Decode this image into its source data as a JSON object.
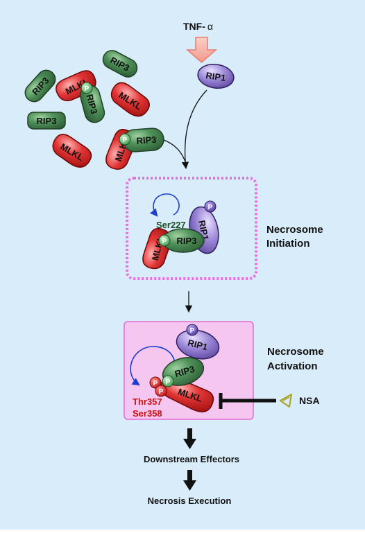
{
  "colors": {
    "background": "#d9ecf9",
    "rip3_green": "#3f7a4a",
    "mlkl_red": "#d62a2a",
    "rip1_purple": "#7860b8",
    "phospho_red": "#cc1111",
    "initiation_box": "#e86fe0",
    "activation_fill": "#f4c6f0",
    "inhibitor": "#a8a020"
  },
  "stimulus": {
    "label": "TNF-",
    "greek": "α"
  },
  "proteins": {
    "rip1": "RIP1",
    "rip3": "RIP3",
    "mlkl": "MLKL",
    "phospho": "P"
  },
  "initiation": {
    "residue": "Ser227",
    "title_line1": "Necrosome",
    "title_line2": "Initiation"
  },
  "activation": {
    "residue1": "Thr357",
    "residue2": "Ser358",
    "title_line1": "Necrosome",
    "title_line2": "Activation"
  },
  "inhibitor": {
    "label": "NSA"
  },
  "outputs": {
    "effectors": "Downstream Effectors",
    "execution": "Necrosis Execution"
  }
}
